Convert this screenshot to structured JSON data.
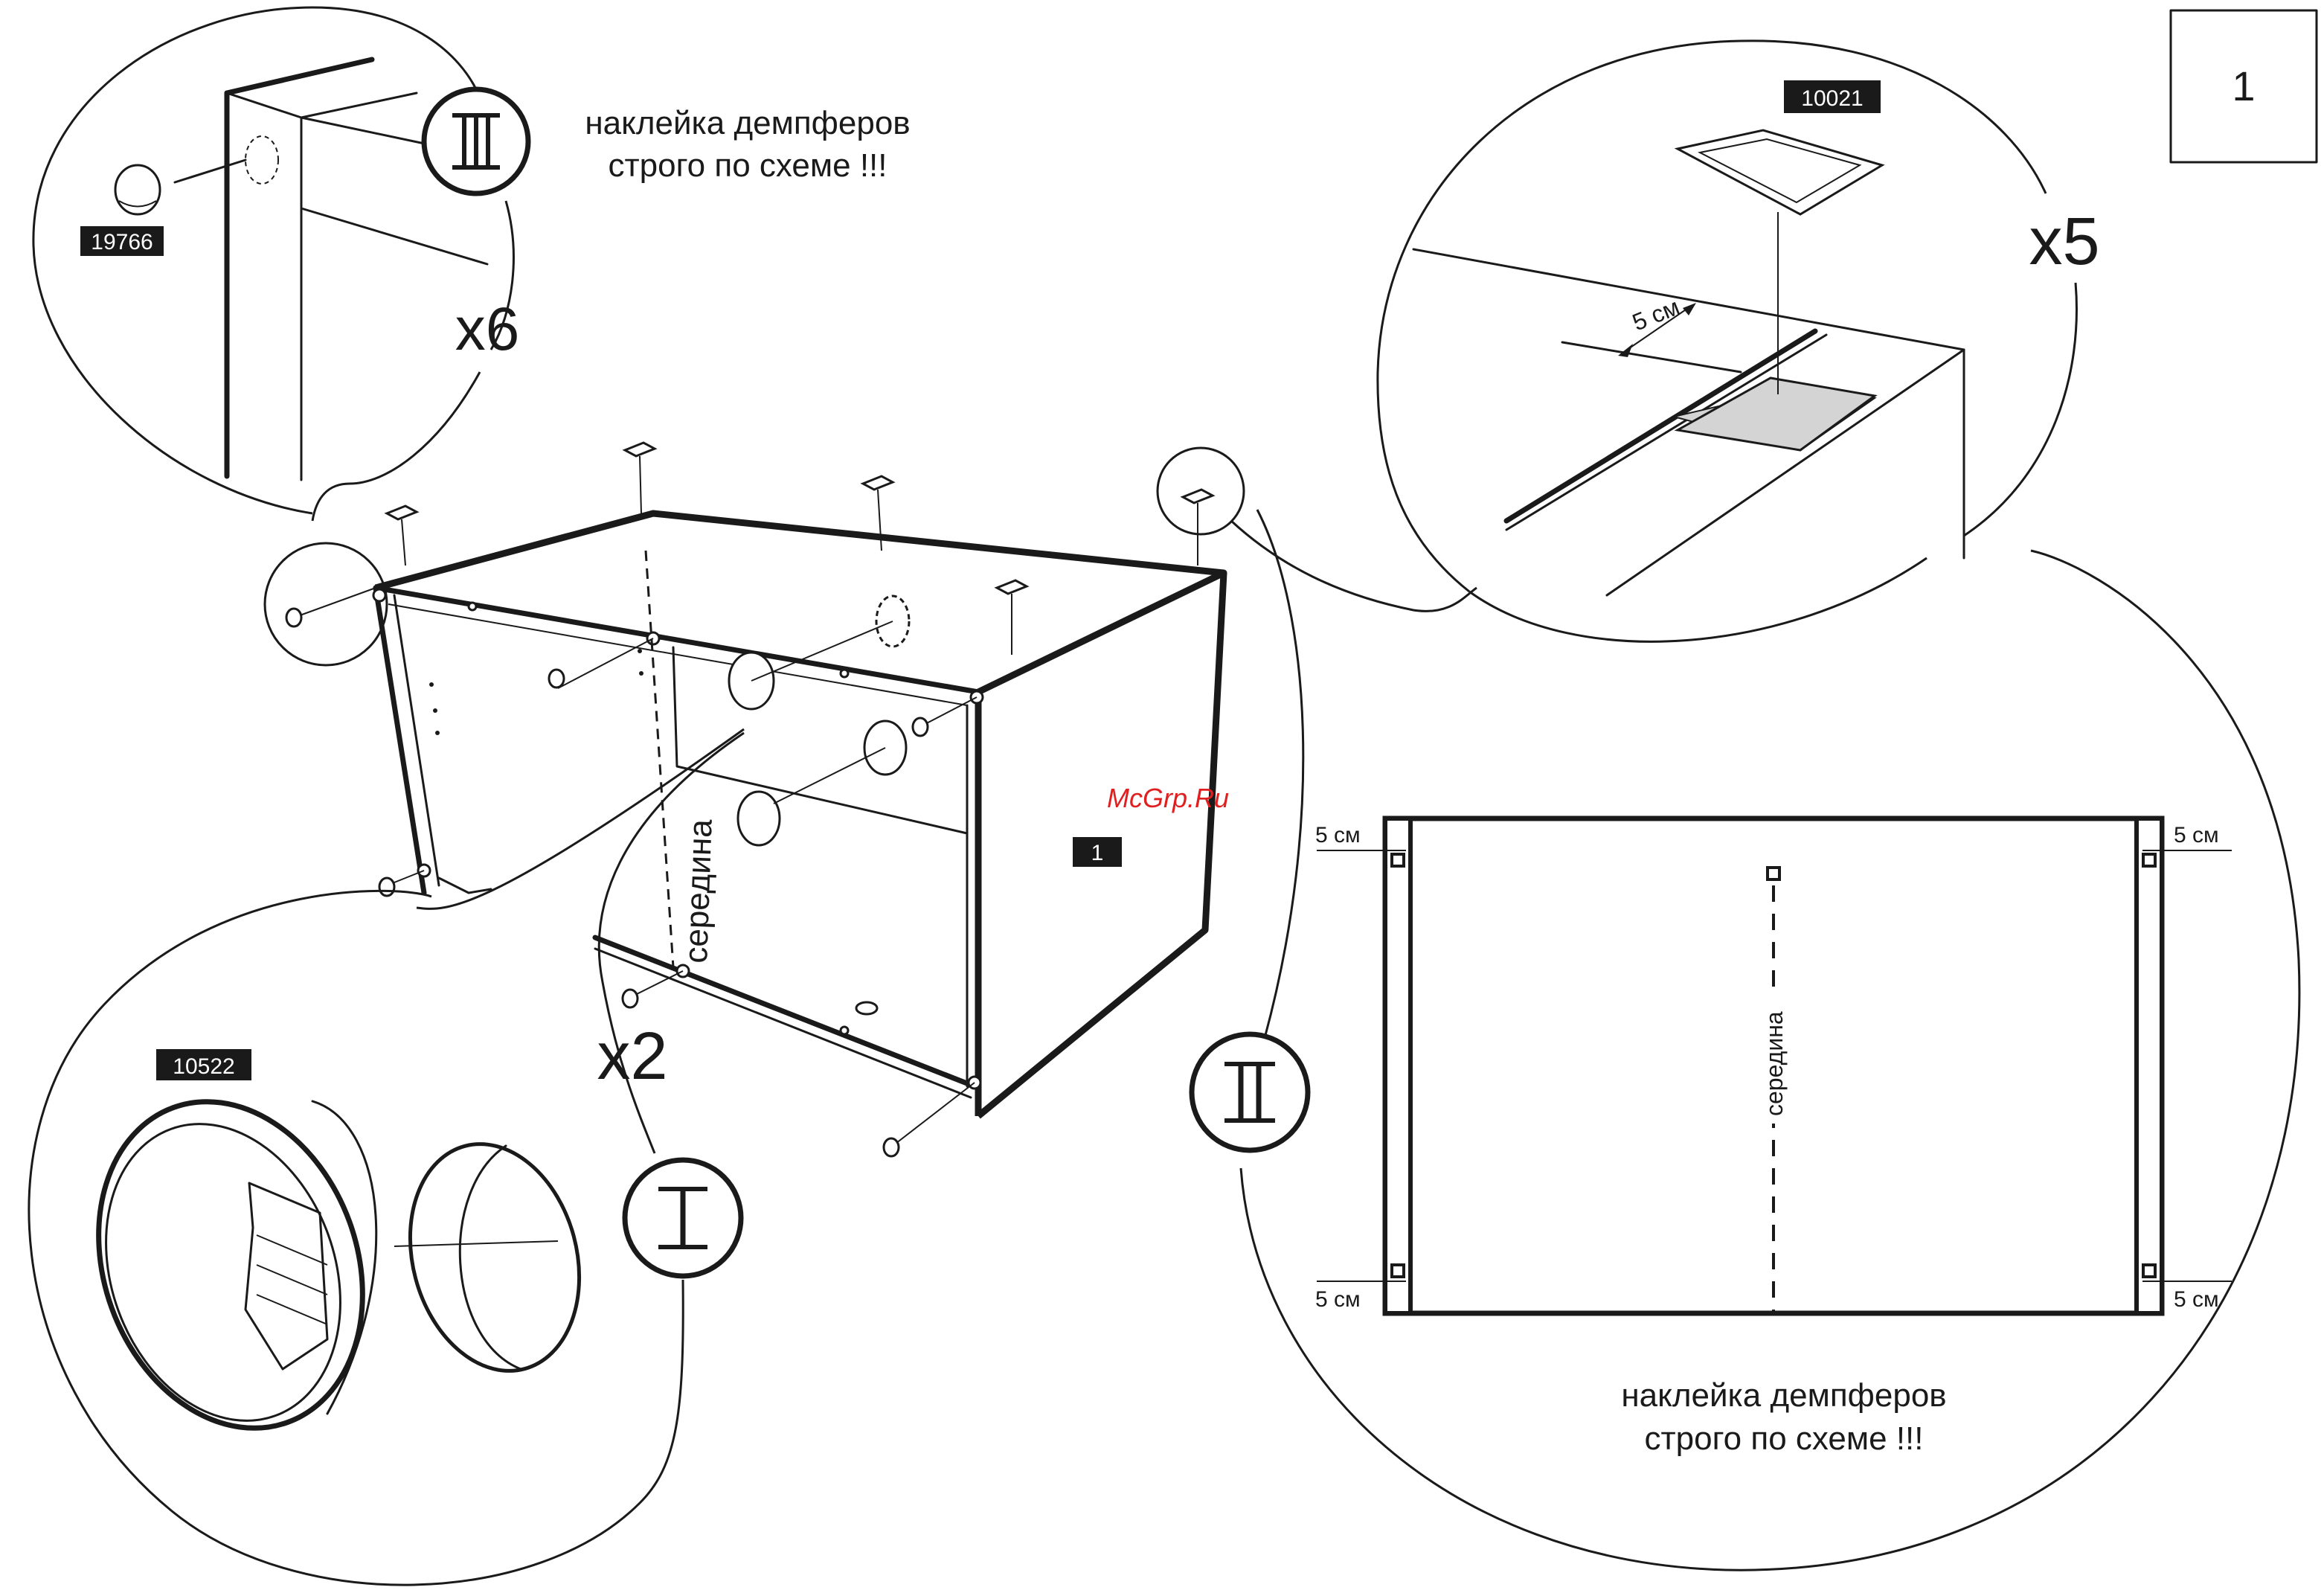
{
  "page_number": "1",
  "watermark": "McGrp.Ru",
  "note_top": [
    "наклейка демпферов",
    "строго по схеме !!!"
  ],
  "note_bottom": [
    "наклейка демпферов",
    "строго по схеме !!!"
  ],
  "middle_label": "середина",
  "middle_label_plan": "середина",
  "dimension_5cm": "5 см",
  "plan_dims": [
    "5 см",
    "5 см",
    "5 см",
    "5 см"
  ],
  "parts": {
    "bumper_code": "19766",
    "pad_code": "10021",
    "grommet_code": "10522",
    "panel_code": "1"
  },
  "quantities": {
    "bumpers": "x6",
    "pads": "x5",
    "grommets": "x2"
  },
  "steps": {
    "step_1": "I",
    "step_2": "II",
    "step_3": "III"
  }
}
